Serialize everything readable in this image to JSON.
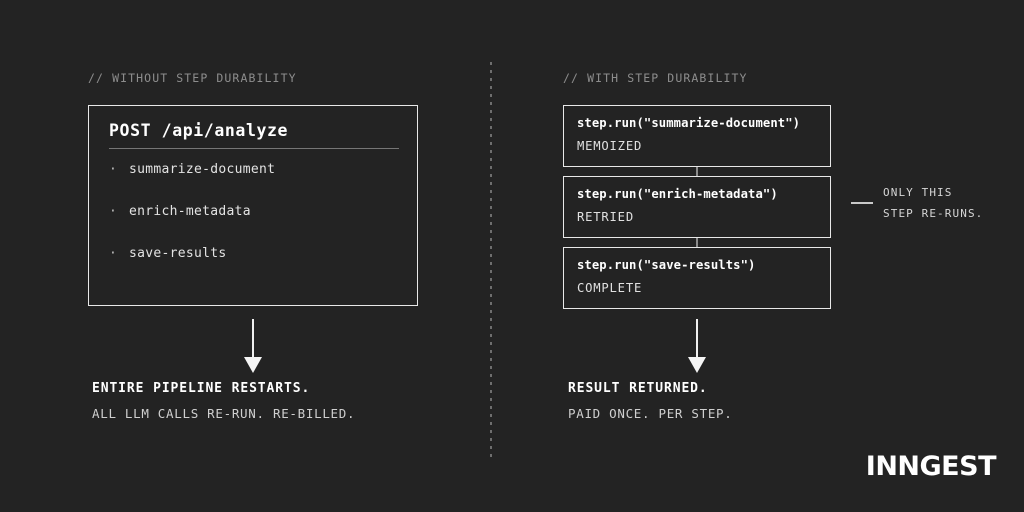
{
  "theme": {
    "background": "#232323",
    "border": "#e8e8e8",
    "text_primary": "#ffffff",
    "text_secondary": "#cfcfcf",
    "text_muted": "#8d8d8d",
    "divider": "#6e6e6e"
  },
  "left": {
    "label": "// WITHOUT STEP DURABILITY",
    "card": {
      "title": "POST /api/analyze",
      "items": [
        {
          "bullet": "·",
          "text": "summarize-document"
        },
        {
          "bullet": "·",
          "text": "enrich-metadata"
        },
        {
          "bullet": "·",
          "text": "save-results"
        }
      ]
    },
    "outcome": {
      "headline": "ENTIRE PIPELINE RESTARTS.",
      "subline": "ALL LLM CALLS RE-RUN. RE-BILLED."
    }
  },
  "right": {
    "label": "// WITH STEP DURABILITY",
    "steps": [
      {
        "call": "step.run(\"summarize-document\")",
        "status": "MEMOIZED"
      },
      {
        "call": "step.run(\"enrich-metadata\")",
        "status": "RETRIED"
      },
      {
        "call": "step.run(\"save-results\")",
        "status": "COMPLETE"
      }
    ],
    "callout": {
      "line1": "ONLY THIS",
      "line2": "STEP RE-RUNS."
    },
    "outcome": {
      "headline": "RESULT RETURNED.",
      "subline": "PAID ONCE. PER STEP."
    }
  },
  "brand": {
    "logo": "INNGEST"
  }
}
